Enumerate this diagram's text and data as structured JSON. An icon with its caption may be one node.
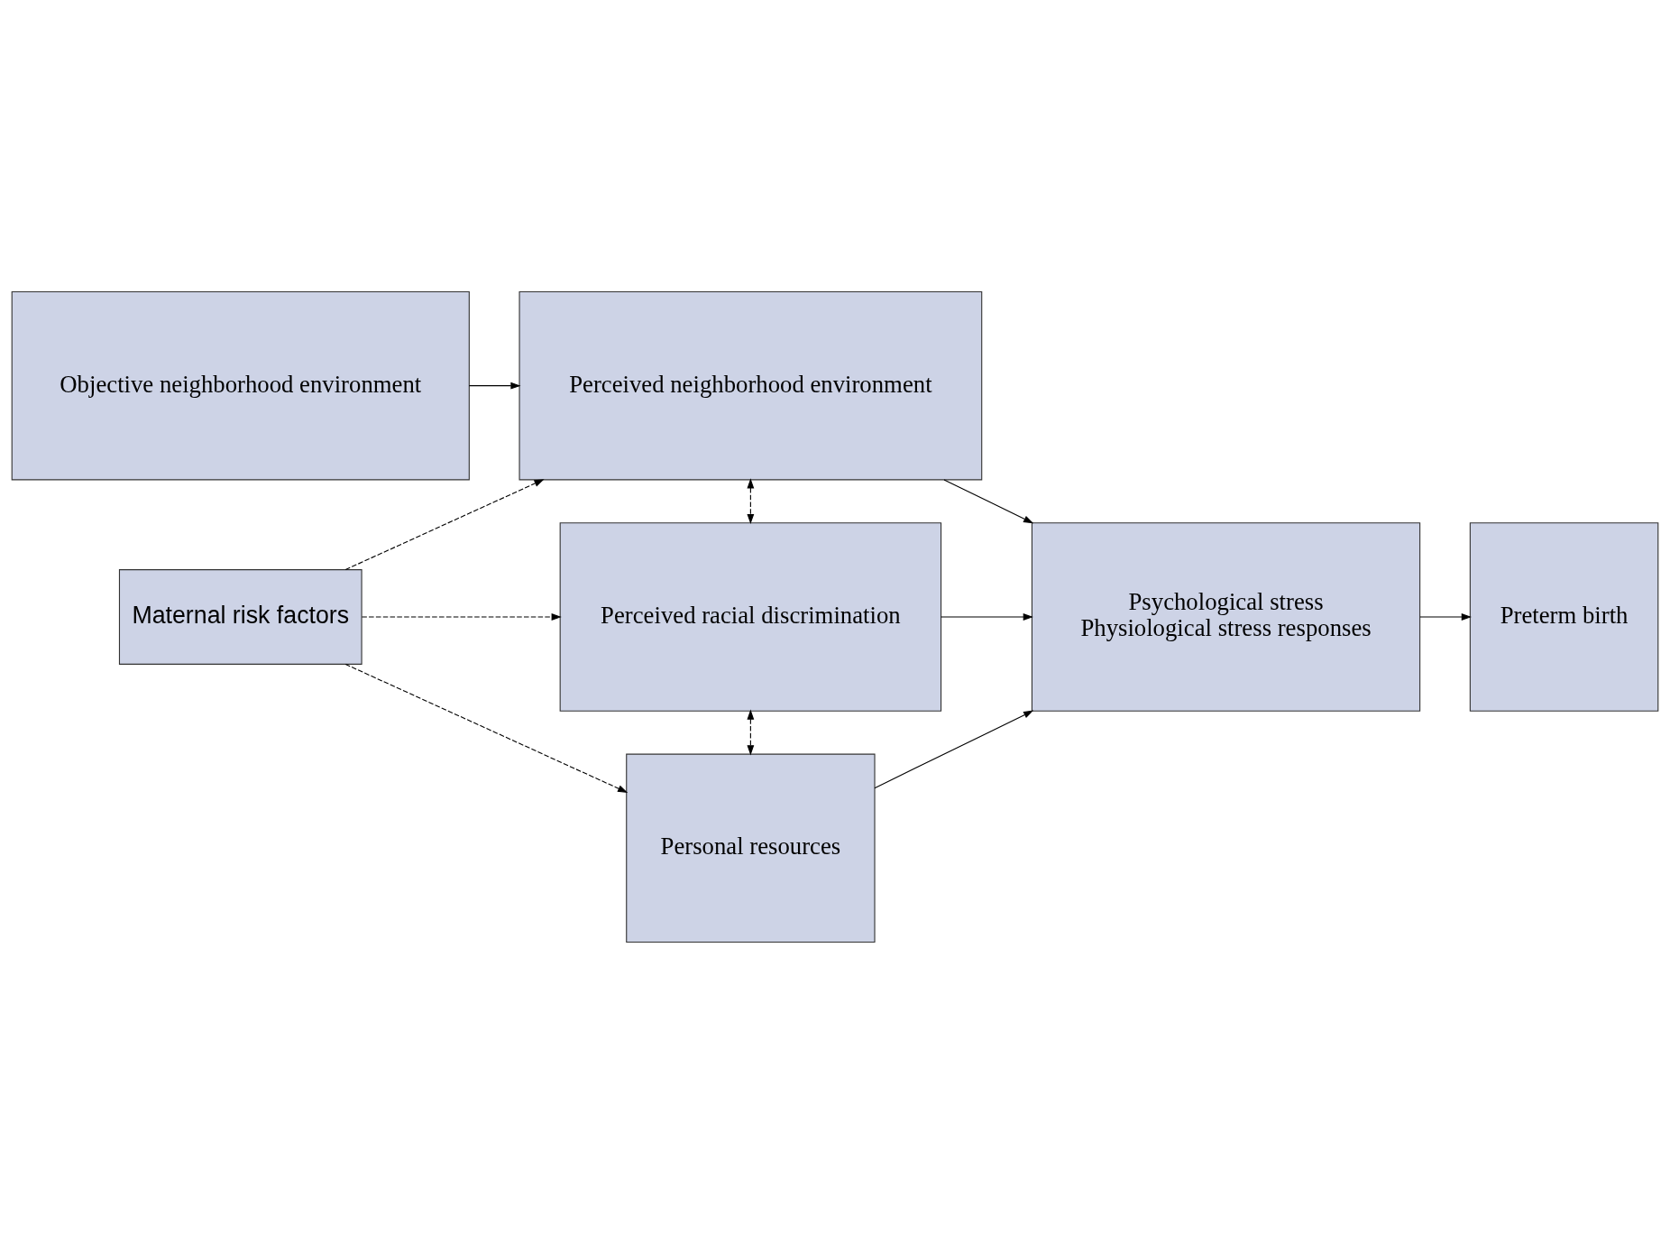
{
  "diagram": {
    "nodes": [
      {
        "text": [
          "Objective neighborhood environment"
        ]
      },
      {
        "text": [
          "Perceived neighborhood environment"
        ]
      },
      {
        "text": [
          "Maternal risk factors"
        ]
      },
      {
        "text": [
          "Perceived racial discrimination"
        ]
      },
      {
        "text": [
          "Psychological stress",
          "Physiological stress responses"
        ]
      },
      {
        "text": [
          "Preterm birth"
        ]
      },
      {
        "text": [
          "Personal resources"
        ]
      }
    ],
    "edges": [
      {
        "from": 0,
        "to": 1,
        "arrow": "to"
      },
      {
        "from": 2,
        "to": 1,
        "arrow": "to",
        "style": "dashed"
      },
      {
        "from": 1,
        "to": 3,
        "arrow": "both",
        "style": "dashed"
      },
      {
        "from": 1,
        "to": 4,
        "arrow": "to"
      },
      {
        "from": 2,
        "to": 3,
        "arrow": "to",
        "style": "dashed"
      },
      {
        "from": 3,
        "to": 4,
        "arrow": "to"
      },
      {
        "from": 4,
        "to": 5,
        "arrow": "to"
      },
      {
        "from": 3,
        "to": 6,
        "arrow": "both",
        "style": "dashed"
      },
      {
        "from": 2,
        "to": 6,
        "arrow": "to",
        "style": "dashed"
      },
      {
        "from": 6,
        "to": 4,
        "arrow": "to"
      }
    ]
  }
}
